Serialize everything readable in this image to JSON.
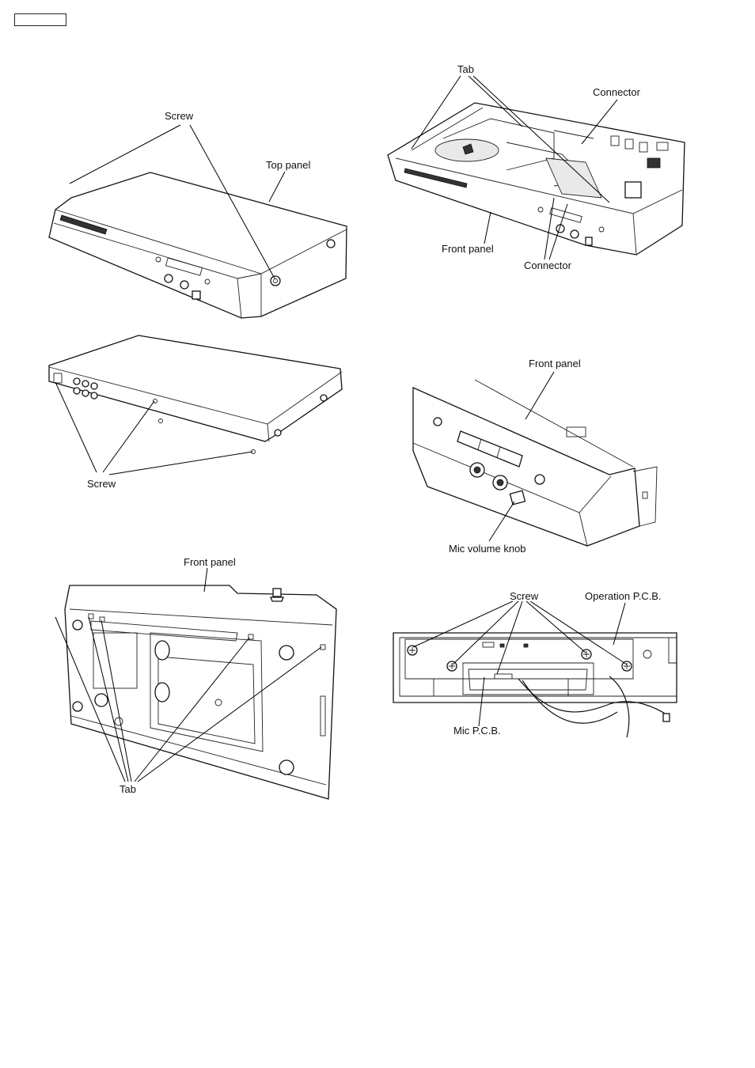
{
  "figure1": {
    "screw_label": "Screw",
    "top_panel_label": "Top panel"
  },
  "figure2": {
    "tab_label": "Tab",
    "connector_top_label": "Connector",
    "front_panel_label": "Front panel",
    "connector_bottom_label": "Connector"
  },
  "figure3": {
    "screw_label": "Screw"
  },
  "figure4": {
    "front_panel_label": "Front panel",
    "mic_knob_label": "Mic volume knob"
  },
  "figure5": {
    "front_panel_label": "Front panel",
    "tab_label": "Tab"
  },
  "figure6": {
    "screw_label": "Screw",
    "operation_pcb_label": "Operation P.C.B.",
    "mic_pcb_label": "Mic P.C.B."
  }
}
